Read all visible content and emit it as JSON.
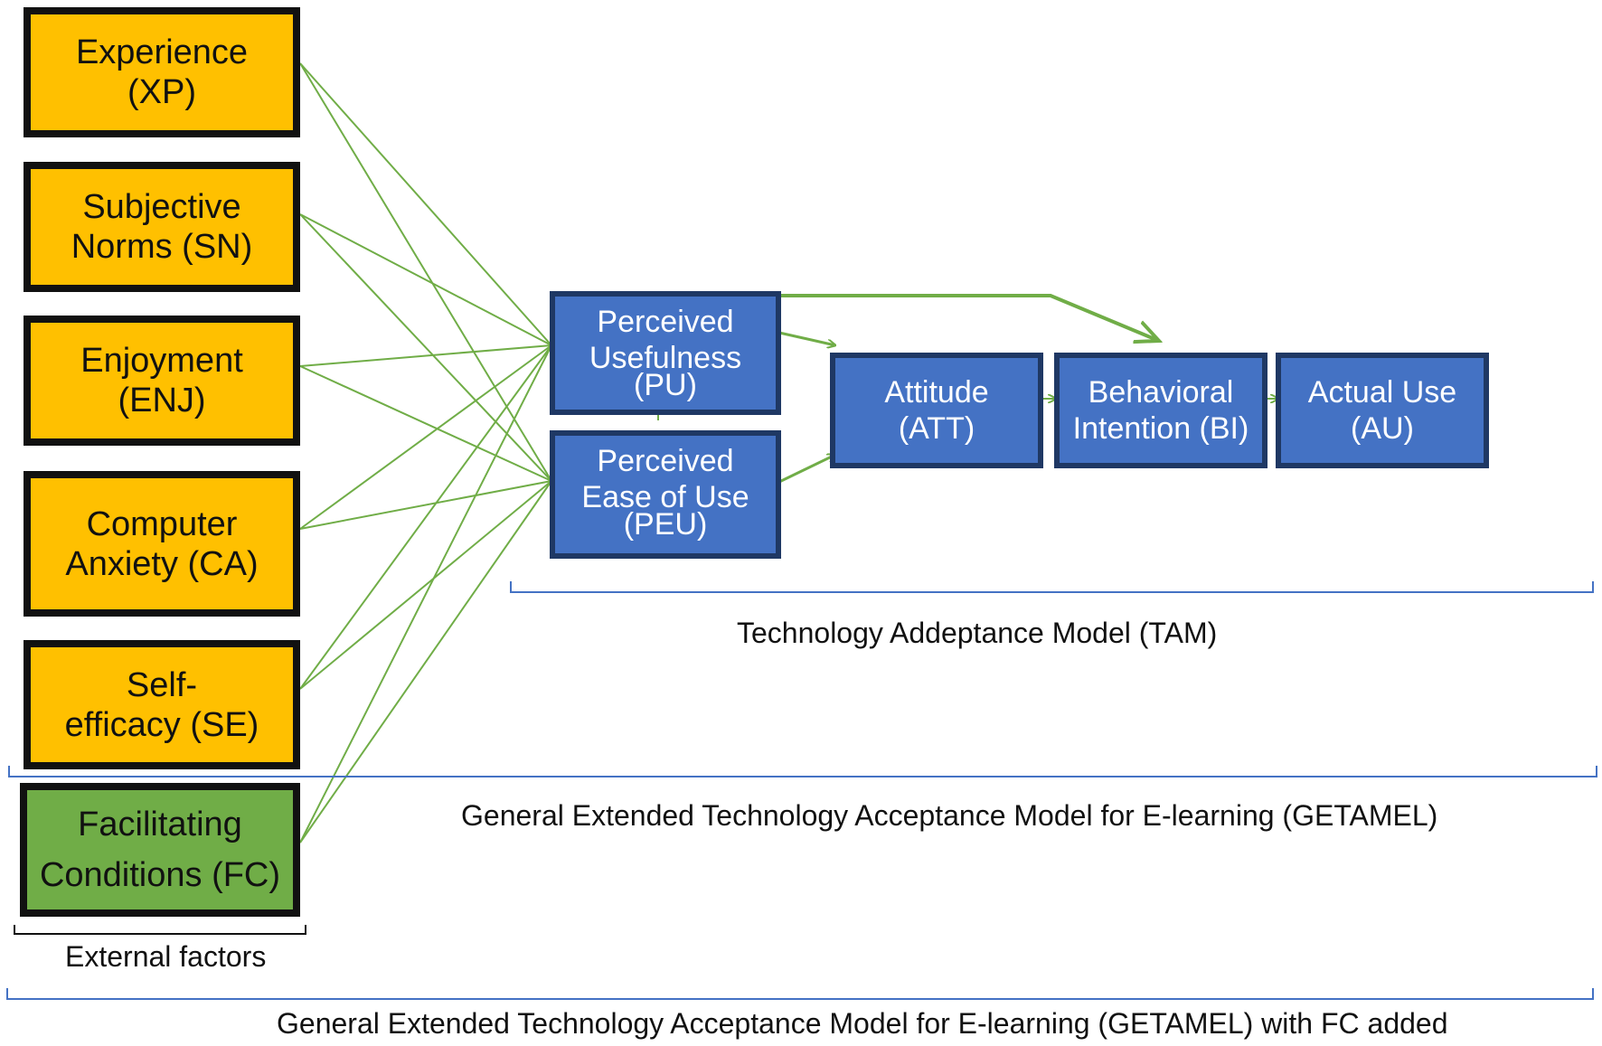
{
  "external_factors": [
    {
      "id": "xp",
      "lines": [
        "Experience",
        "(XP)"
      ]
    },
    {
      "id": "sn",
      "lines": [
        "Subjective",
        "Norms (SN)"
      ]
    },
    {
      "id": "enj",
      "lines": [
        "Enjoyment",
        "(ENJ)"
      ]
    },
    {
      "id": "ca",
      "lines": [
        "Computer",
        "Anxiety (CA)"
      ]
    },
    {
      "id": "se",
      "lines": [
        "Self-",
        "efficacy (SE)"
      ]
    }
  ],
  "facilitating": {
    "id": "fc",
    "lines": [
      "Facilitating",
      "Conditions (FC)"
    ]
  },
  "tam_nodes": {
    "pu": {
      "lines": [
        "Perceived",
        "Usefulness",
        "(PU)"
      ]
    },
    "peu": {
      "lines": [
        "Perceived",
        "Ease of Use",
        "(PEU)"
      ]
    },
    "att": {
      "lines": [
        "Attitude",
        "(ATT)"
      ]
    },
    "bi": {
      "lines": [
        "Behavioral",
        "Intention (BI)"
      ]
    },
    "au": {
      "lines": [
        "Actual Use",
        "(AU)"
      ]
    }
  },
  "labels": {
    "tam": "Technology Addeptance Model (TAM)",
    "getamel": "General Extended Technology Acceptance Model for E-learning (GETAMEL)",
    "external": "External factors",
    "getamel_fc": "General Extended Technology Acceptance Model for E-learning (GETAMEL) with FC added"
  },
  "colors": {
    "external": "#ffc000",
    "facilitating": "#70ad47",
    "tam": "#4472c4",
    "arrow": "#70ad47",
    "bracket": "#4472c4"
  }
}
